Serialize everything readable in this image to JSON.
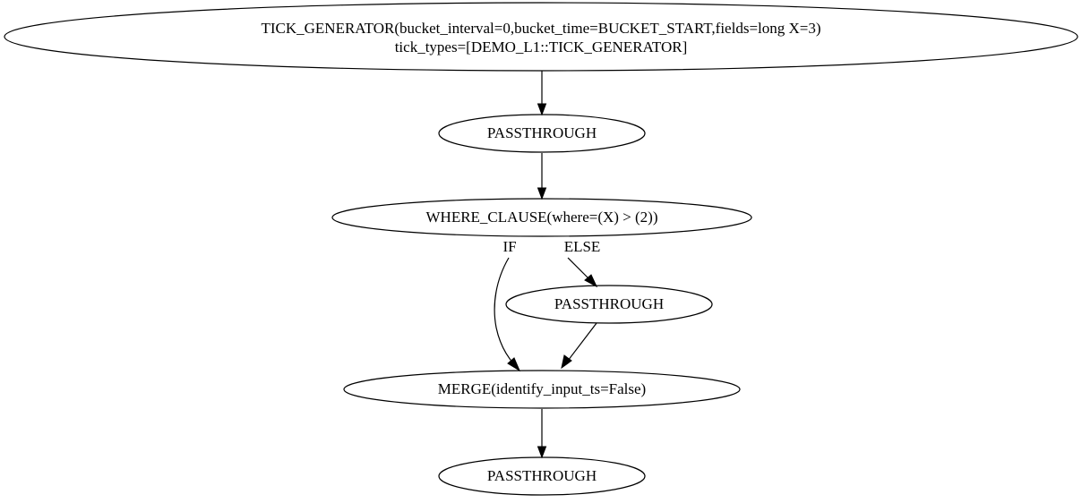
{
  "diagram": {
    "type": "flowchart",
    "title": "",
    "background_color": "#ffffff",
    "stroke_color": "#000000",
    "text_color": "#000000",
    "nodes": [
      {
        "id": "tick_generator",
        "shape": "ellipse",
        "line1": "TICK_GENERATOR(bucket_interval=0,bucket_time=BUCKET_START,fields=long X=3)",
        "line2": "tick_types=[DEMO_L1::TICK_GENERATOR]"
      },
      {
        "id": "passthrough_1",
        "shape": "ellipse",
        "line1": "PASSTHROUGH"
      },
      {
        "id": "where_clause",
        "shape": "ellipse",
        "line1": "WHERE_CLAUSE(where=(X) > (2))"
      },
      {
        "id": "passthrough_else",
        "shape": "ellipse",
        "line1": "PASSTHROUGH"
      },
      {
        "id": "merge",
        "shape": "ellipse",
        "line1": "MERGE(identify_input_ts=False)"
      },
      {
        "id": "passthrough_out",
        "shape": "ellipse",
        "line1": "PASSTHROUGH"
      }
    ],
    "edges": [
      {
        "id": "e1",
        "from": "tick_generator",
        "to": "passthrough_1",
        "label": ""
      },
      {
        "id": "e2",
        "from": "passthrough_1",
        "to": "where_clause",
        "label": ""
      },
      {
        "id": "e3",
        "from": "where_clause",
        "to": "merge",
        "label": "IF"
      },
      {
        "id": "e4",
        "from": "where_clause",
        "to": "passthrough_else",
        "label": "ELSE"
      },
      {
        "id": "e5",
        "from": "passthrough_else",
        "to": "merge",
        "label": ""
      },
      {
        "id": "e6",
        "from": "merge",
        "to": "passthrough_out",
        "label": ""
      }
    ]
  }
}
